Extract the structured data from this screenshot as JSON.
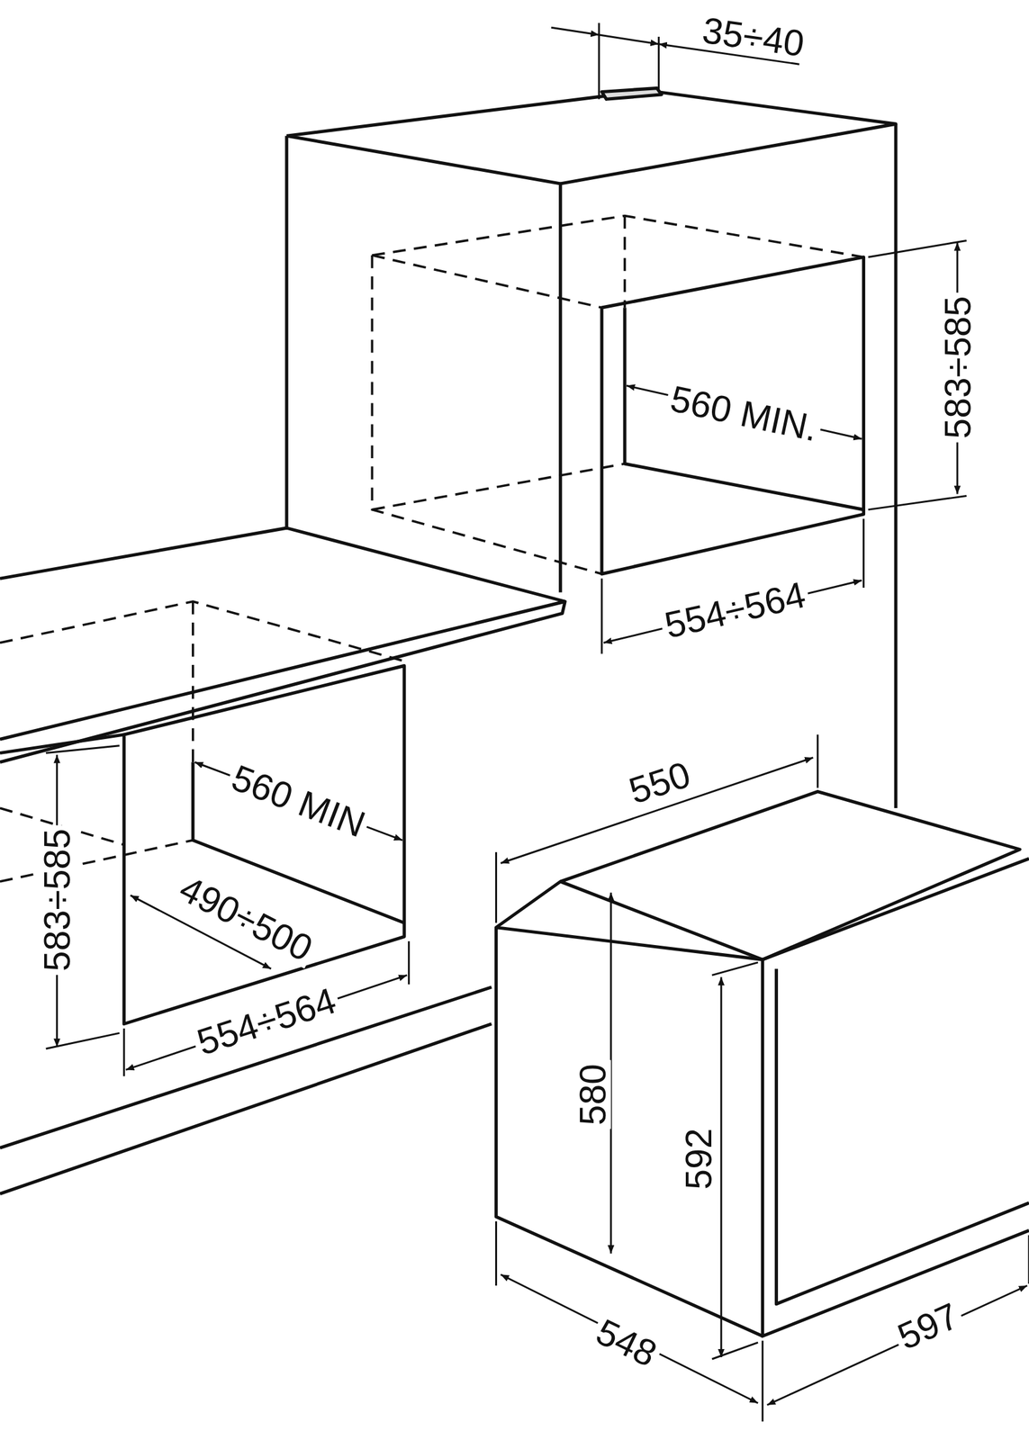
{
  "diagram": {
    "labels": [
      "35÷40",
      "583÷585",
      "560 MIN.",
      "554÷564",
      "560 MIN",
      "583÷585",
      "490÷500",
      "554÷564",
      "550",
      "580",
      "592",
      "548",
      "597"
    ]
  }
}
